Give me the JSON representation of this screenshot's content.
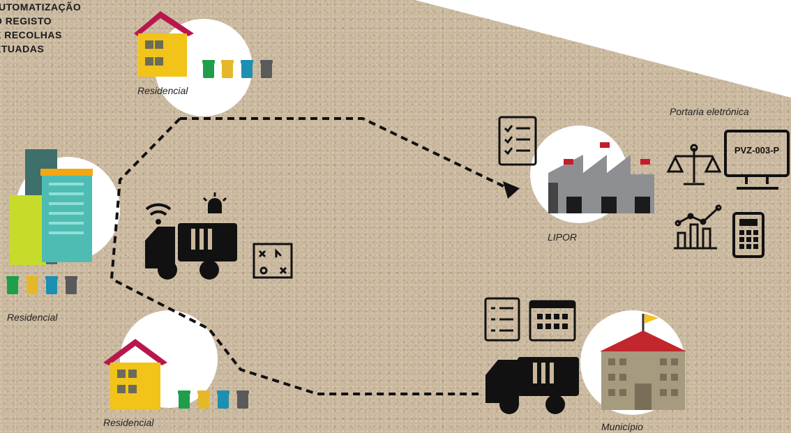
{
  "title_lines": [
    "UTOMATIZAÇÃO",
    "O REGISTO",
    "E RECOLHAS",
    "ETUADAS"
  ],
  "labels": {
    "residencial_top": "Residencial",
    "residencial_left": "Residencial",
    "residencial_bottom": "Residencial",
    "lipor": "LIPOR",
    "municipio": "Município",
    "portaria": "Portaria eletrónica"
  },
  "plate": "PVZ-003-P",
  "colors": {
    "background": "#c9b79c",
    "house_wall": "#f2c318",
    "house_roof": "#b8174d",
    "bin_green": "#1e9e4a",
    "bin_yellow": "#e5b82a",
    "bin_blue": "#1d8fb0",
    "bin_grey": "#5a5a5a",
    "building_teal": "#4fbcb3",
    "building_lime": "#c7dc2a",
    "building_dark": "#3e6f6b",
    "building_orange": "#f3a712",
    "factory_grey": "#8d8f93",
    "factory_red": "#c41d2a",
    "municipio_wall": "#a69a7f",
    "municipio_roof": "#c1272d",
    "flag": "#f6c21c",
    "icon_black": "#111111"
  },
  "icons": [
    "house-icon",
    "recycling-bins-icon",
    "apartment-buildings-icon",
    "truck-with-wifi-and-siren-icon",
    "route-map-icon",
    "checklist-icon",
    "factory-icon",
    "scale-icon",
    "monitor-icon",
    "growth-chart-icon",
    "calculator-icon",
    "list-icon",
    "calendar-icon",
    "garbage-truck-icon",
    "town-hall-icon"
  ]
}
